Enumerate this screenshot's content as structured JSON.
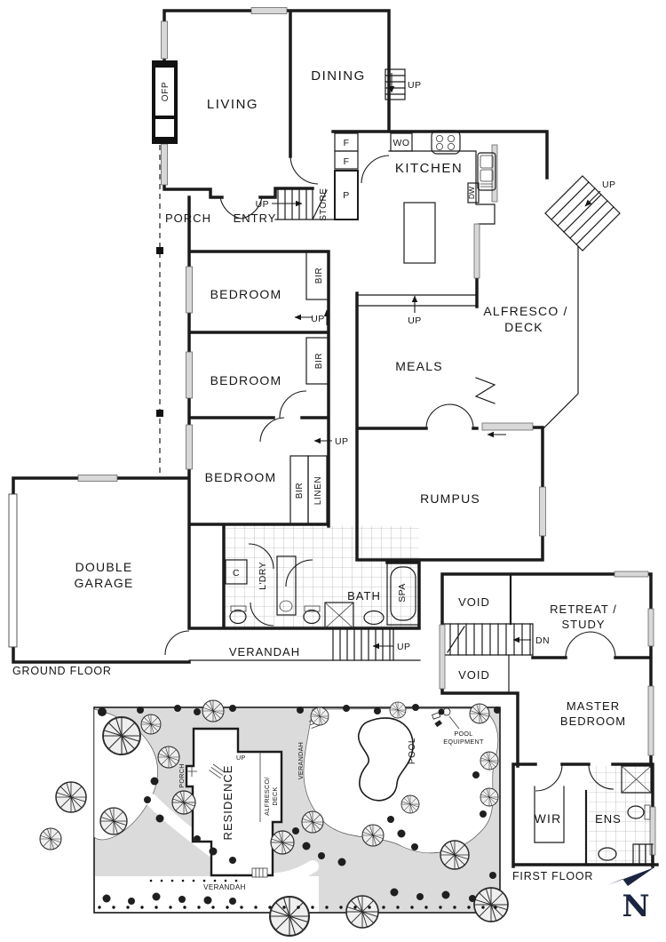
{
  "gf": {
    "living": "LIVING",
    "ofp": "OFP",
    "dining": "DINING",
    "kitchen": "KITCHEN",
    "wo": "WO",
    "dw": "DW",
    "fridge": "F",
    "pantry": "P",
    "store": "STORE",
    "porch": "PORCH",
    "entry": "ENTRY",
    "bedroom": "BEDROOM",
    "bir": "BIR",
    "linen": "LINEN",
    "alfresco1": "ALFRESCO /",
    "alfresco2": "DECK",
    "meals": "MEALS",
    "rumpus": "RUMPUS",
    "garage1": "DOUBLE",
    "garage2": "GARAGE",
    "closet": "C",
    "laundry": "L'DRY",
    "bath": "BATH",
    "spa": "SPA",
    "verandah": "VERANDAH",
    "up": "UP",
    "floor": "GROUND FLOOR"
  },
  "ff": {
    "void": "VOID",
    "retreat1": "RETREAT /",
    "retreat2": "STUDY",
    "dn": "DN",
    "master1": "MASTER",
    "master2": "BEDROOM",
    "wir": "WIR",
    "ens": "ENS",
    "floor": "FIRST FLOOR"
  },
  "site": {
    "residence": "RESIDENCE",
    "porch": "PORCH",
    "alfresco1": "ALFRESCO/",
    "alfresco2": "DECK",
    "verandah_side": "VERANDAH",
    "verandah_bottom": "VERANDAH",
    "pool": "POOL",
    "pool_equip1": "POOL",
    "pool_equip2": "EQUIPMENT",
    "up": "UP"
  },
  "compass": {
    "north": "N"
  },
  "colors": {
    "wall": "#1b1b1b",
    "window_fill": "#d8d8d8",
    "site_background": "#dbdbdb",
    "compass": "#1b2440"
  }
}
